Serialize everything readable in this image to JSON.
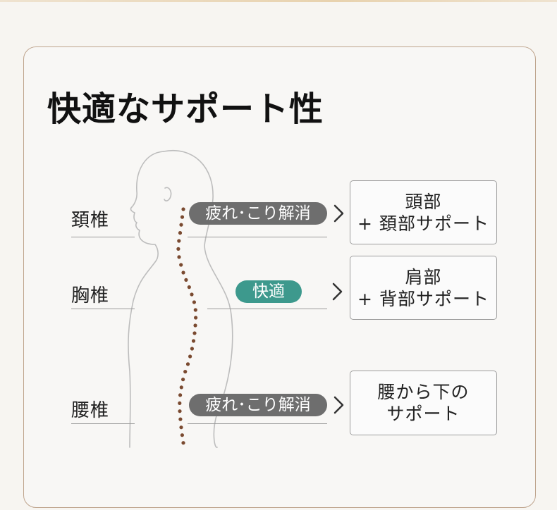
{
  "title": "快適なサポート性",
  "regions": [
    {
      "label": "頚椎",
      "pill": "疲れ･こり解消",
      "pill_color": "#6e6e6e",
      "box": [
        "頭部",
        "+ 頚部サポート"
      ]
    },
    {
      "label": "胸椎",
      "pill": "快適",
      "pill_color": "#3d998d",
      "box": [
        "肩部",
        "+ 背部サポート"
      ]
    },
    {
      "label": "腰椎",
      "pill": "疲れ･こり解消",
      "pill_color": "#6e6e6e",
      "box": [
        "腰から下の",
        "サポート"
      ]
    }
  ],
  "colors": {
    "border": "#bfa58e",
    "spine_dots": "#7a4a30",
    "outline": "#bdbdbd"
  },
  "icons": [
    "chevron-right-icon"
  ]
}
